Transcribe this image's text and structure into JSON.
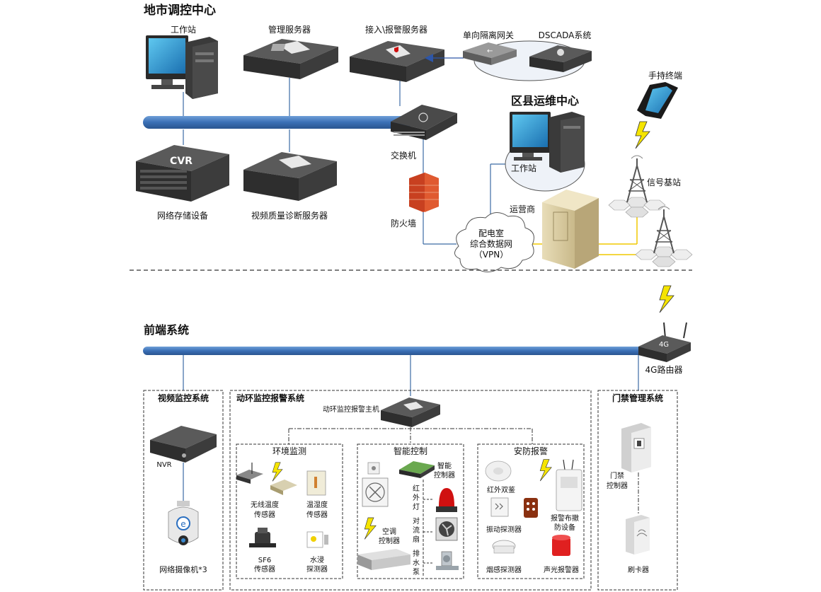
{
  "sections": {
    "top": "地市调控中心",
    "county": "区县运维中心",
    "front": "前端系统"
  },
  "top": {
    "workstation": "工作站",
    "mgmt_server": "管理服务器",
    "access_server": "接入\\报警服务器",
    "gateway": "单向隔离网关",
    "dscada": "DSCADA系统",
    "cvr_text": "CVR",
    "storage": "网络存储设备",
    "video_diag": "视频质量诊断服务器",
    "switch": "交换机",
    "firewall": "防火墙",
    "handheld": "手持终端",
    "county_ws": "工作站",
    "base_station": "信号基站",
    "operator": "运营商",
    "cloud": [
      "配电室",
      "综合数据网",
      "（VPN）"
    ]
  },
  "front": {
    "router_badge": "4G",
    "router": "4G路由器",
    "video": {
      "title": "视频监控系统",
      "nvr": "NVR",
      "camera": "网络摄像机*3"
    },
    "env": {
      "title": "动环监控报警系统",
      "host": "动环监控报警主机",
      "monitor": {
        "title": "环境监测",
        "wireless": [
          "无线温度",
          "传感器"
        ],
        "temp": [
          "温湿度",
          "传感器"
        ],
        "sf6": [
          "SF6",
          "传感器"
        ],
        "water": [
          "水浸",
          "探测器"
        ]
      },
      "control": {
        "title": "智能控制",
        "controller": [
          "智能",
          "控制器"
        ],
        "ir": [
          "红",
          "外",
          "灯"
        ],
        "fan": [
          "对",
          "流",
          "扇"
        ],
        "ac": [
          "空调",
          "控制器"
        ],
        "pump": [
          "排",
          "水",
          "泵"
        ]
      },
      "security": {
        "title": "安防报警",
        "ir_dual": "红外双鉴",
        "vibration": "振动探测器",
        "alarm_arm": [
          "报警布撤",
          "防设备"
        ],
        "smoke": "烟感探测器",
        "siren": "声光报警器"
      }
    },
    "door": {
      "title": "门禁管理系统",
      "controller": [
        "门禁",
        "控制器"
      ],
      "reader": "刷卡器"
    }
  }
}
